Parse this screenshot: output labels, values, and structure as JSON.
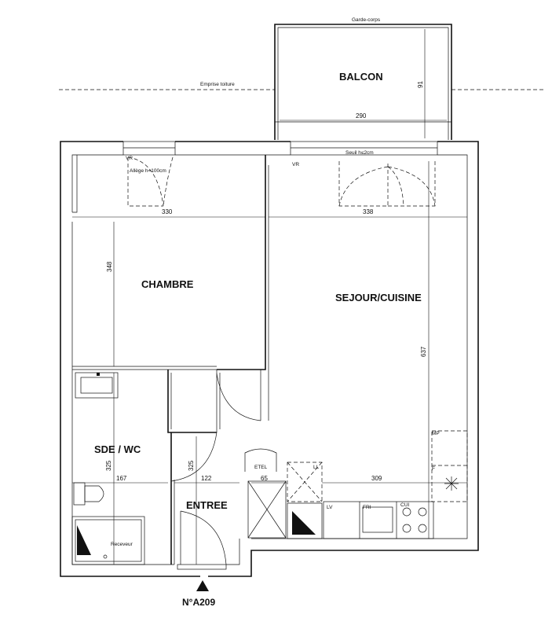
{
  "apartment": {
    "number": "N°A209"
  },
  "rooms": {
    "balcon": "BALCON",
    "chambre": "CHAMBRE",
    "sejour": "SEJOUR/CUISINE",
    "sde": "SDE / WC",
    "entree": "ENTREE"
  },
  "notes": {
    "garde_corps": "Garde-corps",
    "emprise_toiture": "Emprise toiture",
    "seuil": "Seuil h≤2cm",
    "allege": "Allège h=100cm",
    "vr_left": "VR",
    "vr_right": "VR"
  },
  "dimensions": {
    "balcon_depth": "91",
    "balcon_width": "290",
    "chambre_width": "330",
    "chambre_depth": "348",
    "sejour_width": "338",
    "sejour_depth": "637",
    "sde_depth": "325",
    "sde_width": "167",
    "entree_depth": "325",
    "entree_width": "122",
    "etel_width": "65",
    "kitchen_width": "309"
  },
  "equipment": {
    "etel": "ETEL",
    "ll": "LL",
    "lv": "LV",
    "fri": "FRI",
    "cui": "CUI",
    "mp": "MP",
    "f": "F",
    "receveur": "Receveur"
  }
}
